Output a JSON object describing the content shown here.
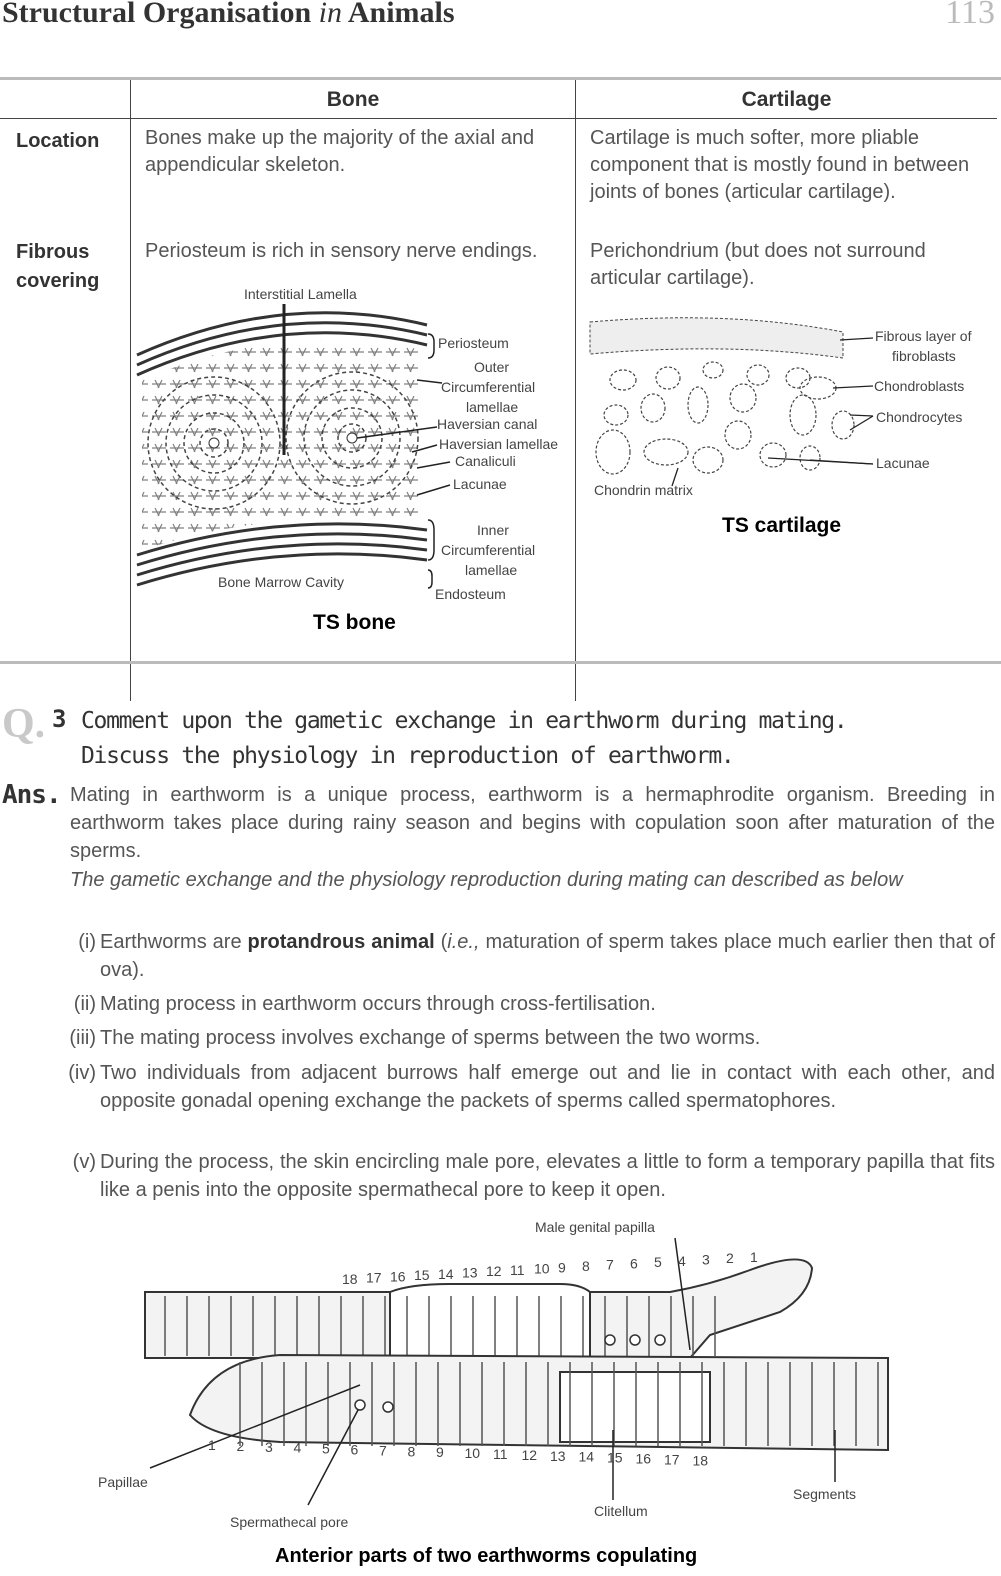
{
  "header": {
    "title_pre": "Structural Organisation ",
    "title_in": "in",
    "title_post": " Animals",
    "page_number": "113"
  },
  "table": {
    "col_bone": "Bone",
    "col_cartilage": "Cartilage",
    "rows": [
      {
        "label": "Location",
        "bone": "Bones make up the majority of the axial and appendicular skeleton.",
        "cartilage": "Cartilage is much softer, more pliable component that is mostly found in between joints of bones (articular cartilage)."
      },
      {
        "label": "Fibrous covering",
        "bone": "Periosteum is rich in sensory nerve endings.",
        "cartilage": "Perichondrium (but does not surround articular cartilage)."
      }
    ]
  },
  "bone_diagram": {
    "caption": "TS bone",
    "labels": {
      "interstitial": "Interstitial Lamella",
      "periosteum": "Periosteum",
      "outer1": "Outer",
      "outer2": "Circumferential",
      "outer3": "lamellae",
      "haversian_canal": "Haversian canal",
      "haversian_lamellae": "Haversian lamellae",
      "canaliculi": "Canaliculi",
      "lacunae": "Lacunae",
      "inner1": "Inner",
      "inner2": "Circumferential",
      "inner3": "lamellae",
      "marrow": "Bone Marrow Cavity",
      "endosteum": "Endosteum"
    }
  },
  "cartilage_diagram": {
    "caption": "TS cartilage",
    "labels": {
      "fibrous1": "Fibrous layer of",
      "fibrous2": "fibroblasts",
      "chondroblasts": "Chondroblasts",
      "chondrocytes": "Chondrocytes",
      "lacunae": "Lacunae",
      "matrix": "Chondrin matrix"
    }
  },
  "question": {
    "mark": "Q.",
    "number": "3",
    "line1": "Comment upon the gametic exchange in earthworm during mating.",
    "line2": "Discuss the physiology in reproduction of earthworm."
  },
  "answer": {
    "label": "Ans.",
    "intro": "Mating in earthworm is a unique process, earthworm is a hermaphrodite organism. Breeding in earthworm takes place during rainy season and begins with copulation soon after maturation of the sperms.",
    "lead": "The gametic exchange and the physiology reproduction during mating can described as below",
    "items": [
      {
        "num": "(i)",
        "pre": "Earthworms are ",
        "bold": "protandrous animal",
        "mid": " (",
        "ital": "i.e.,",
        "post": " maturation of sperm takes place much earlier then that of ova)."
      },
      {
        "num": "(ii)",
        "text": "Mating process in earthworm occurs through cross-fertilisation."
      },
      {
        "num": "(iii)",
        "text": "The mating process involves exchange of sperms between the two worms."
      },
      {
        "num": "(iv)",
        "text": "Two individuals from adjacent burrows half emerge out and lie in contact with each other,  and opposite gonadal opening exchange the packets of sperms called spermatophores."
      },
      {
        "num": "(v)",
        "text": "During the process, the skin encircling male pore, elevates a little to form a temporary papilla that fits like a penis into the opposite spermathecal pore to keep it open."
      }
    ]
  },
  "worm_figure": {
    "caption": "Anterior parts of two earthworms copulating",
    "labels": {
      "male_papilla": "Male genital papilla",
      "papillae": "Papillae",
      "spermathecal": "Spermathecal pore",
      "clitellum": "Clitellum",
      "segments": "Segments"
    },
    "top_numbers": [
      "18",
      "17",
      "16",
      "15",
      "14",
      "13",
      "12",
      "11",
      "10",
      "9",
      "8",
      "7",
      "6",
      "5",
      "4",
      "3",
      "2",
      "1"
    ],
    "bottom_numbers": [
      "1",
      "2",
      "3",
      "4",
      "5",
      "6",
      "7",
      "8",
      "9",
      "10",
      "11",
      "12",
      "13",
      "14",
      "15",
      "16",
      "17",
      "18"
    ]
  }
}
